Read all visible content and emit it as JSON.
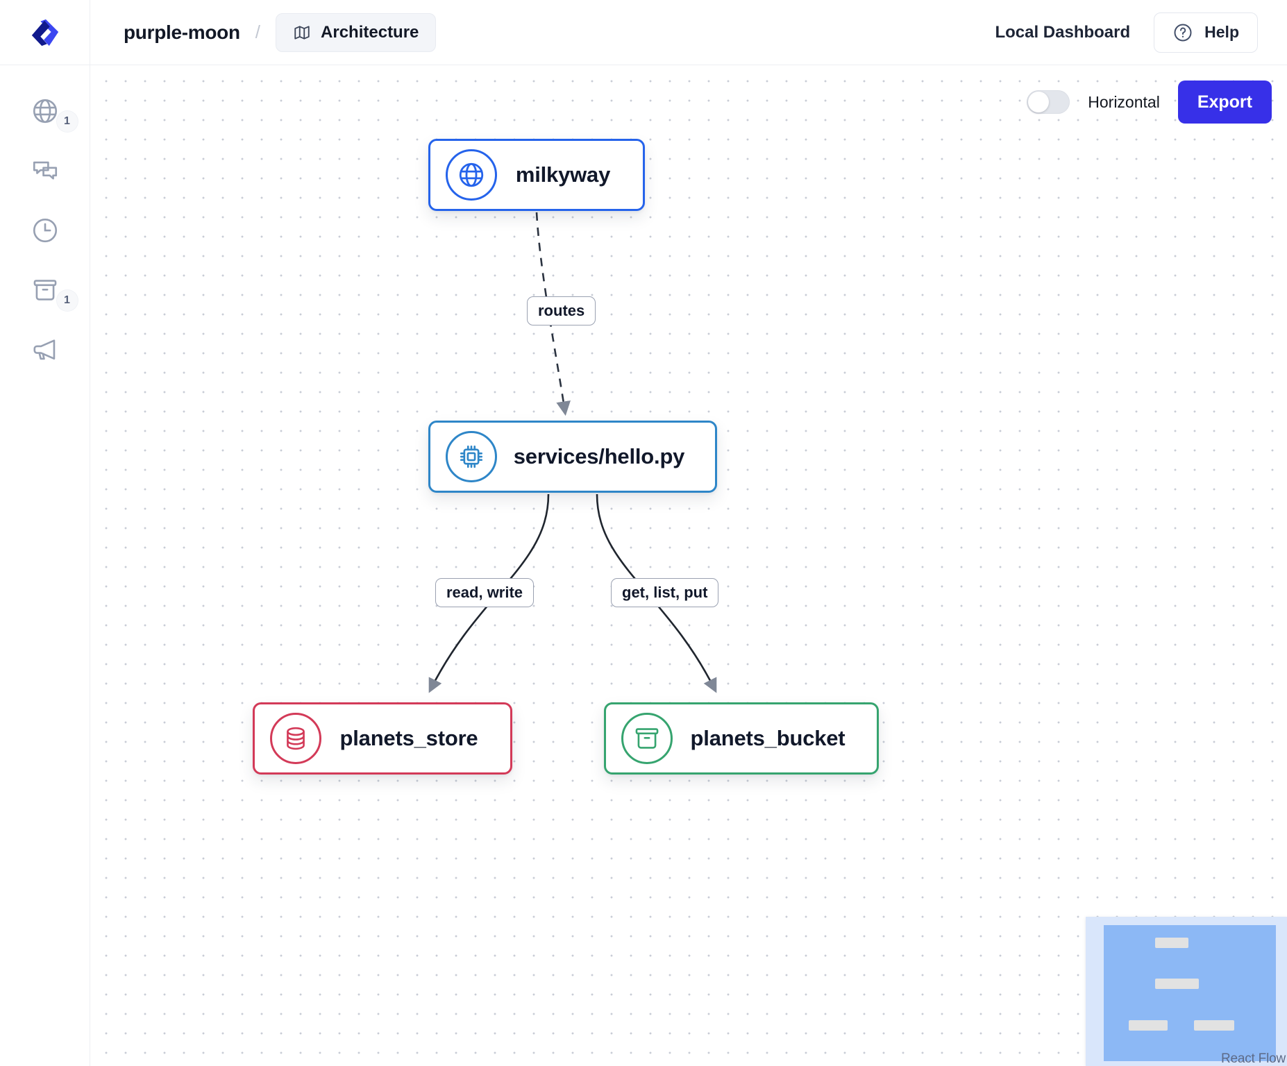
{
  "header": {
    "logo_icon": "chevron-logo",
    "brand": "purple-moon",
    "separator": "/",
    "tab": {
      "icon": "map-icon",
      "label": "Architecture"
    },
    "dashboard_label": "Local Dashboard",
    "help": {
      "icon": "question-circle-icon",
      "label": "Help"
    }
  },
  "sidebar": {
    "items": [
      {
        "name": "globe-icon",
        "icon": "globe-icon",
        "badge": "1"
      },
      {
        "name": "messages-icon",
        "icon": "messages-icon",
        "badge": ""
      },
      {
        "name": "clock-icon",
        "icon": "clock-icon",
        "badge": ""
      },
      {
        "name": "bucket-icon",
        "icon": "bucket-icon",
        "badge": "1"
      },
      {
        "name": "megaphone-icon",
        "icon": "megaphone-icon",
        "badge": ""
      }
    ]
  },
  "canvas": {
    "toggle": {
      "label": "Horizontal",
      "state": "off"
    },
    "export_label": "Export",
    "attribution": "React Flow"
  },
  "graph": {
    "nodes": [
      {
        "id": "milkyway",
        "label": "milkyway",
        "icon": "globe-icon",
        "color": "#2563eb"
      },
      {
        "id": "services/hello.py",
        "label": "services/hello.py",
        "icon": "chip-icon",
        "color": "#2e86c8"
      },
      {
        "id": "planets_store",
        "label": "planets_store",
        "icon": "database-icon",
        "color": "#d33a58"
      },
      {
        "id": "planets_bucket",
        "label": "planets_bucket",
        "icon": "bucket-icon",
        "color": "#36a46f"
      }
    ],
    "edges": [
      {
        "from": "milkyway",
        "to": "services/hello.py",
        "label": "routes",
        "style": "dashed"
      },
      {
        "from": "services/hello.py",
        "to": "planets_store",
        "label": "read, write",
        "style": "solid"
      },
      {
        "from": "services/hello.py",
        "to": "planets_bucket",
        "label": "get, list, put",
        "style": "solid"
      }
    ]
  },
  "colors": {
    "accent": "#3730e8",
    "node_blue": "#2563eb",
    "node_lightblue": "#2e86c8",
    "node_red": "#d33a58",
    "node_green": "#36a46f",
    "minimap_viewport": "#8cb8f5"
  }
}
